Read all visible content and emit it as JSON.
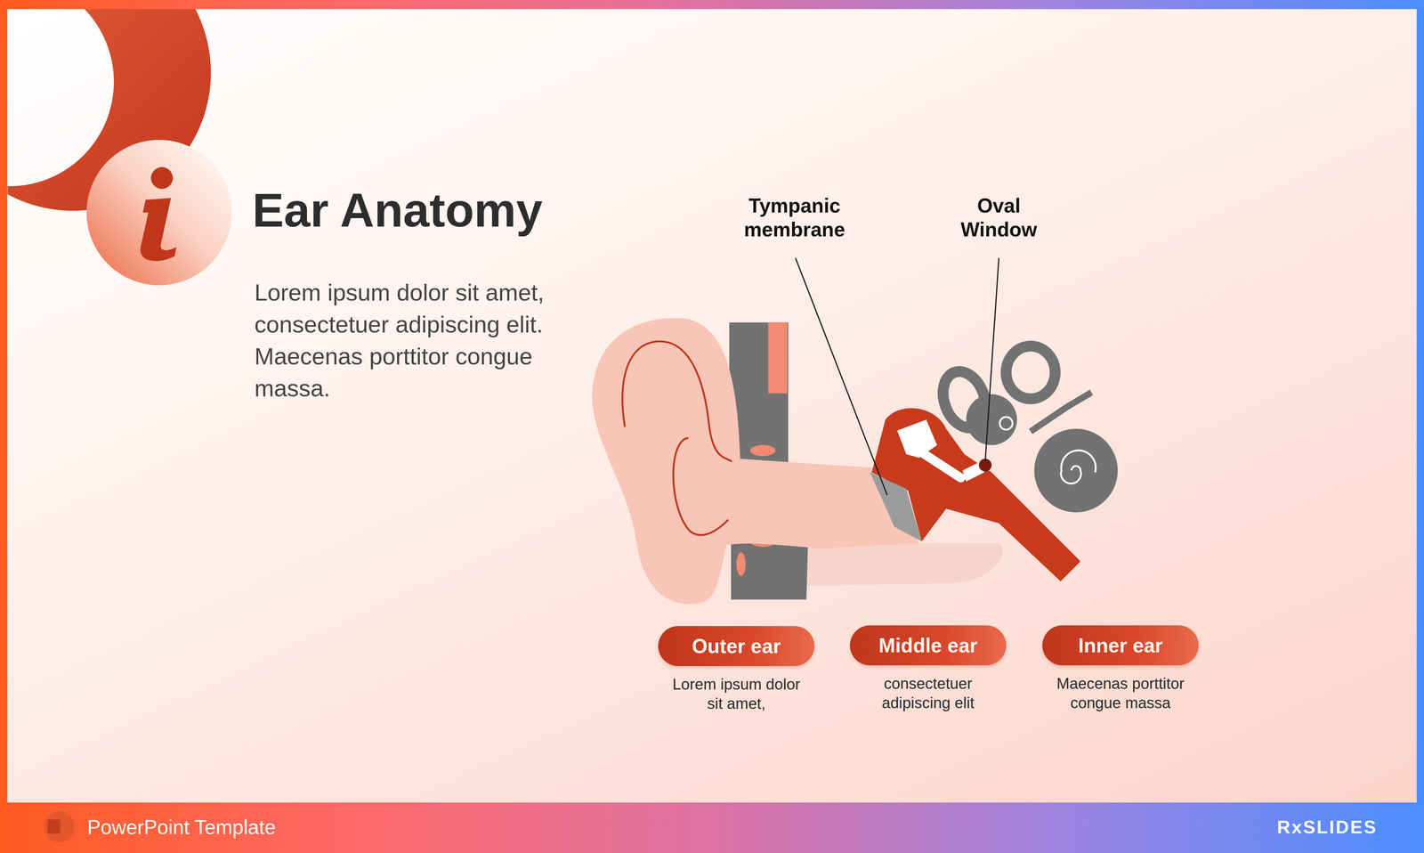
{
  "diagram": {
    "title": "Ear Anatomy",
    "nodes": [
      {
        "text": [
          "Outer ear",
          "Lorem ipsum dolor sit amet,"
        ]
      },
      {
        "text": [
          "Middle ear",
          "consectetuer adipiscing elit"
        ]
      },
      {
        "text": [
          "Inner ear",
          "Maecenas porttitor congue massa"
        ]
      }
    ],
    "labels": [
      "Lorem ipsum dolor sit amet, consectetuer adipiscing elit. Maecenas porttitor congue massa.",
      "Tympanic membrane",
      "Oval Window",
      "PowerPoint Template",
      "RxSLIDES"
    ]
  }
}
